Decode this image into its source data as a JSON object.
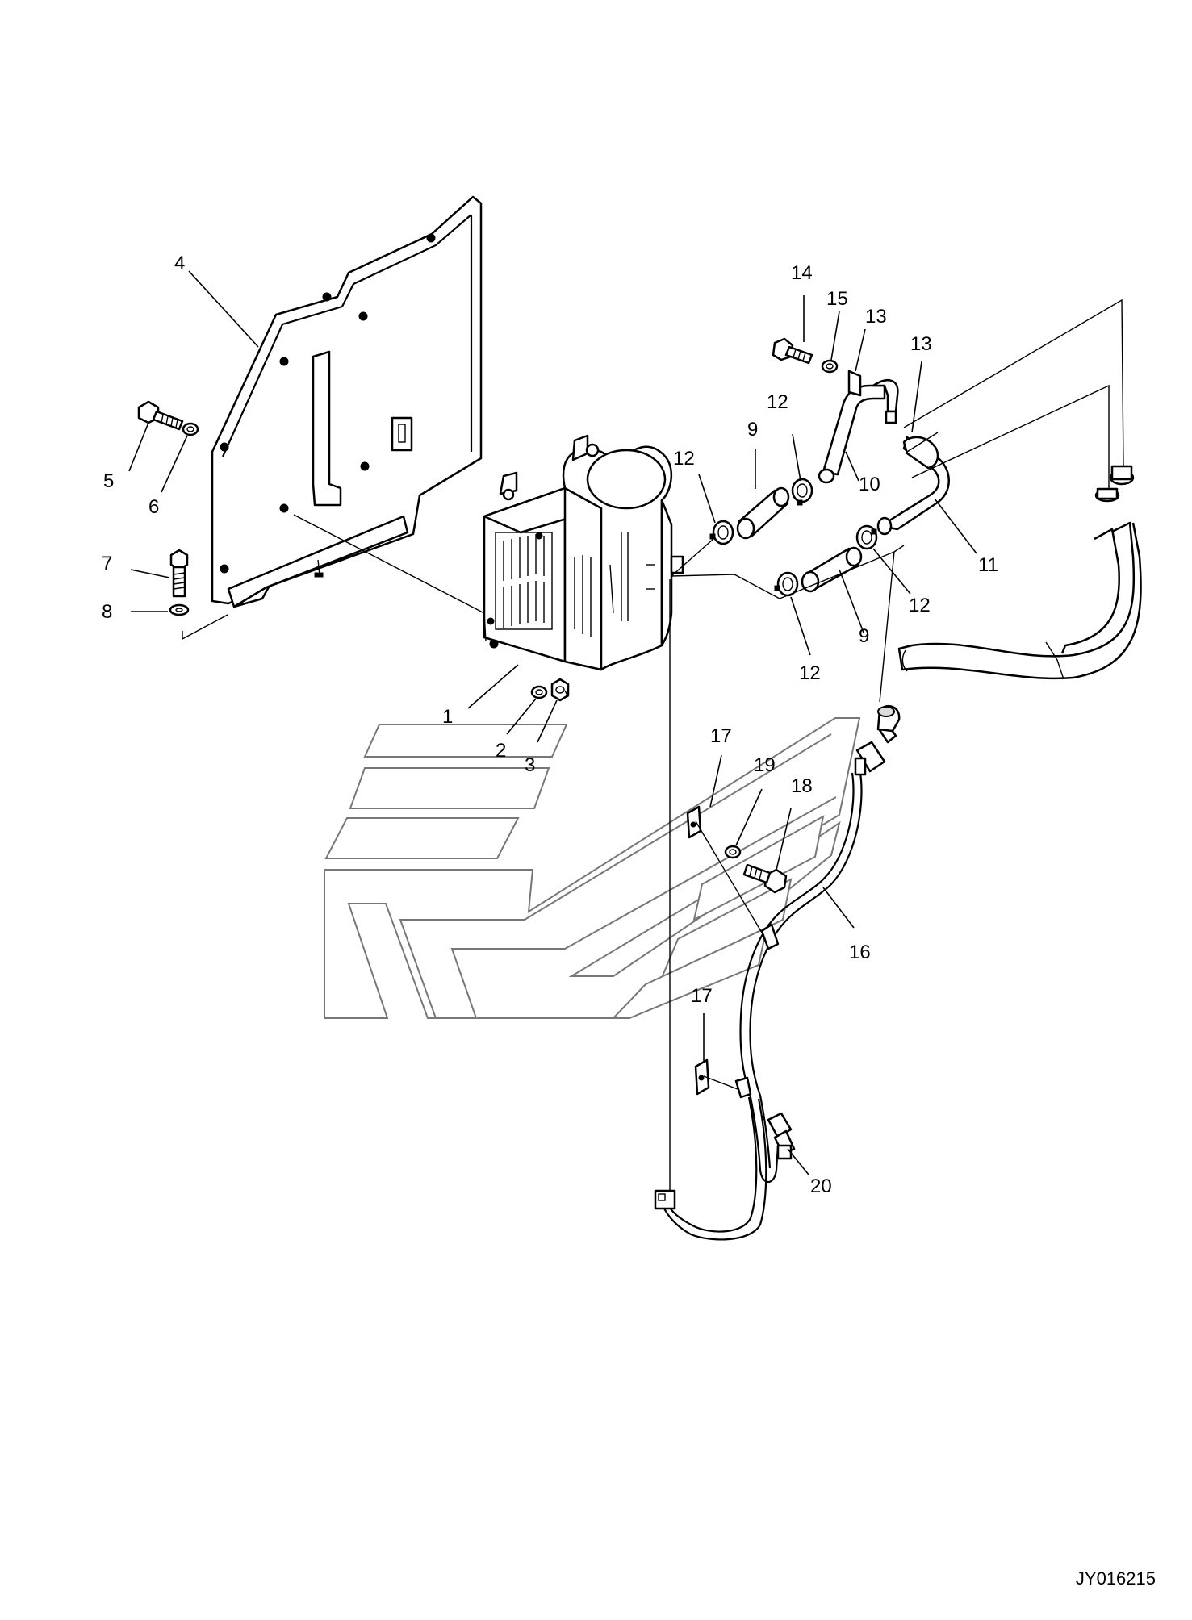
{
  "drawing": {
    "figure_code": "JY016215",
    "callouts": [
      {
        "id": "c1",
        "label": "1"
      },
      {
        "id": "c2",
        "label": "2"
      },
      {
        "id": "c3",
        "label": "3"
      },
      {
        "id": "c4",
        "label": "4"
      },
      {
        "id": "c5",
        "label": "5"
      },
      {
        "id": "c6",
        "label": "6"
      },
      {
        "id": "c7",
        "label": "7"
      },
      {
        "id": "c8",
        "label": "8"
      },
      {
        "id": "c9a",
        "label": "9"
      },
      {
        "id": "c9b",
        "label": "9"
      },
      {
        "id": "c10",
        "label": "10"
      },
      {
        "id": "c11",
        "label": "11"
      },
      {
        "id": "c12a",
        "label": "12"
      },
      {
        "id": "c12b",
        "label": "12"
      },
      {
        "id": "c12c",
        "label": "12"
      },
      {
        "id": "c12d",
        "label": "12"
      },
      {
        "id": "c13a",
        "label": "13"
      },
      {
        "id": "c13b",
        "label": "13"
      },
      {
        "id": "c14",
        "label": "14"
      },
      {
        "id": "c15",
        "label": "15"
      },
      {
        "id": "c16",
        "label": "16"
      },
      {
        "id": "c17a",
        "label": "17"
      },
      {
        "id": "c17b",
        "label": "17"
      },
      {
        "id": "c18",
        "label": "18"
      },
      {
        "id": "c19",
        "label": "19"
      },
      {
        "id": "c20",
        "label": "20"
      }
    ]
  }
}
